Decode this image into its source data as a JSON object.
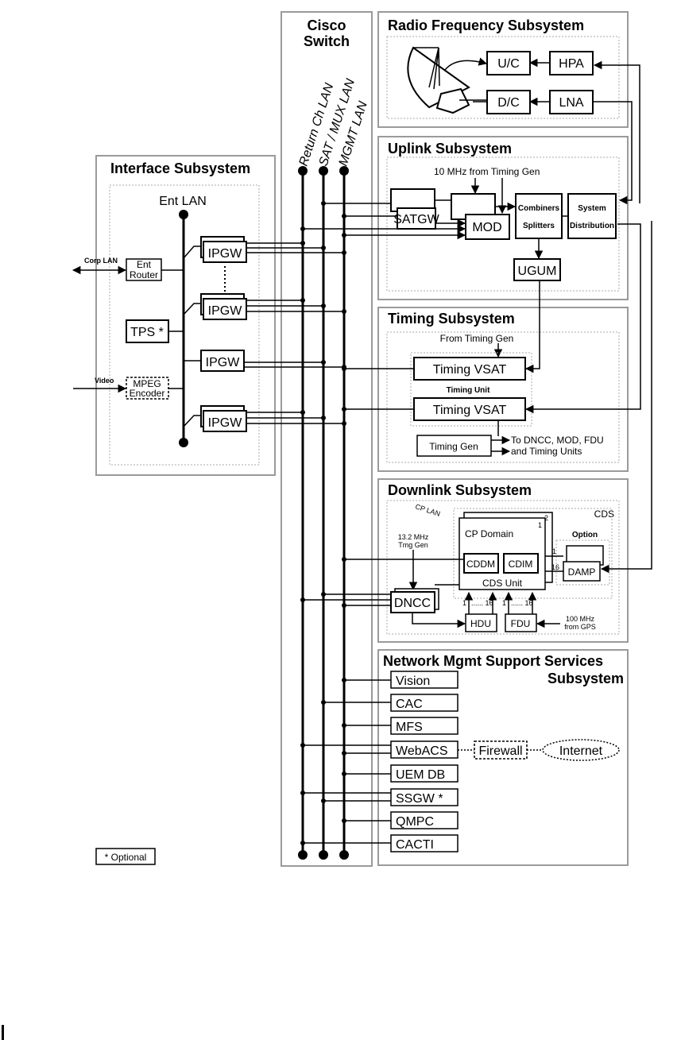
{
  "cisco_switch": {
    "title_line1": "Cisco",
    "title_line2": "Switch"
  },
  "lans": {
    "return_ch": "Return Ch LAN",
    "sat_mux": "SAT / MUX LAN",
    "mgmt": "MGMT LAN",
    "cp": "CP LAN",
    "ent": "Ent LAN",
    "corp": "Corp LAN"
  },
  "rf": {
    "title": "Radio Frequency Subsystem",
    "uc": "U/C",
    "hpa": "HPA",
    "dc": "D/C",
    "lna": "LNA"
  },
  "uplink": {
    "title": "Uplink Subsystem",
    "ref": "10 MHz from Timing Gen",
    "satgw": "SATGW",
    "mod": "MOD",
    "combiners": "Combiners",
    "splitters": "Splitters",
    "system": "System",
    "distribution": "Distribution",
    "ugum": "UGUM"
  },
  "interface": {
    "title": "Interface Subsystem",
    "ent_router_1": "Ent",
    "ent_router_2": "Router",
    "tps": "TPS *",
    "video": "Video",
    "mpeg_1": "MPEG",
    "mpeg_2": "Encoder",
    "ipgw": "IPGW"
  },
  "timing": {
    "title": "Timing Subsystem",
    "from_gen": "From Timing Gen",
    "vsat": "Timing VSAT",
    "unit": "Timing Unit",
    "gen": "Timing Gen",
    "to_1": "To DNCC, MOD, FDU",
    "to_2": "and Timing Units"
  },
  "downlink": {
    "title": "Downlink Subsystem",
    "cds": "CDS",
    "cp_domain": "CP Domain",
    "num_1": "1",
    "num_2": "2",
    "num_16": "16",
    "option": "Option",
    "tmg_1": "13.2 MHz",
    "tmg_2": "Tmg Gen",
    "cddm": "CDDM",
    "cdim": "CDIM",
    "cds_unit": "CDS Unit",
    "damp": "DAMP",
    "dncc": "DNCC",
    "hdu": "HDU",
    "fdu": "FDU",
    "range": "...... 16",
    "gps_1": "100 MHz",
    "gps_2": "from GPS"
  },
  "nms": {
    "title_1": "Network Mgmt Support Services",
    "title_2": "Subsystem",
    "items": [
      "Vision",
      "CAC",
      "MFS",
      "WebACS",
      "UEM DB",
      "SSGW *",
      "QMPC",
      "CACTI"
    ],
    "firewall": "Firewall",
    "internet": "Internet"
  },
  "legend": {
    "optional": "* Optional"
  }
}
